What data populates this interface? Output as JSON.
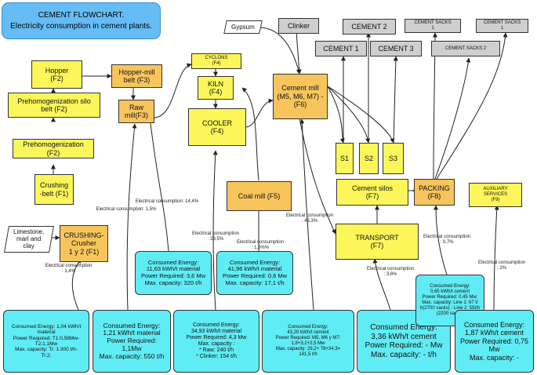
{
  "title": {
    "line1": "CEMENT FLOWCHART.",
    "line2": "Electricity consumption in cement plants."
  },
  "nodes": {
    "hopper": "Hopper\n(F2)",
    "hopper_mill_belt": "Hopper-mill\nbelt (F3)",
    "prehom_silo_belt": "Prehomogenization silo\nbelt (F2)",
    "prehomogenization": "Prehomogenization\n(F2)",
    "raw_mill": "Raw\nmill(F3)",
    "cyclons": "CYCLONS\n(F4)",
    "kiln": "KILN\n(F4)",
    "cooler": "COOLER\n(F4)",
    "crushing_belt": "Crushing\n-belt (F1)",
    "crushing_crusher": "CRUSHING-\nCrusher\n1 y 2 (F1)",
    "limestone": "Limestone,\nmarl and\nclay",
    "gypsum": "Gypsum",
    "clinker": "Clinker",
    "cement_mill": "Cement mill\n(M5, M6, M7) -\n(F6)",
    "coal_mill": "Coal mill (F5)",
    "cement1": "CEMENT 1",
    "cement2": "CEMENT 2",
    "cement3": "CEMENT 3",
    "cement_sacks_1a": "CEMENT SACKS\n1",
    "cement_sacks_1b": "CEMENT SACKS\n1",
    "cement_sacks_2": "CEMENT SACKS 2",
    "s1": "S1",
    "s2": "S2",
    "s3": "S3",
    "cement_silos": "Cement silos\n(F7)",
    "transport": "TRANSPORT\n(F7)",
    "packing": "PACKING\n(F8)",
    "auxiliary": "AUXILIARY\nSERVICES\n(F9)"
  },
  "consumption_labels": {
    "c14": "Electrical consumption\n: 1,4%",
    "c15": "Electrical consumption: 1,5%",
    "c144": "Electrical consumption: 14,4%",
    "c285": "Electrical consumption\n: 28,5%",
    "c16": "Electrical consumption\n: 1,6%%",
    "c463": "Electrical consumption\n: 46,3%",
    "c36": "Electrical consumption\n: 3,6%",
    "c07": "Electrical consumption\n: 0,7%",
    "c2": "Electrical consumption\n: 2%"
  },
  "energy_boxes": {
    "crusher": "Consumed Energy: 1,04 kWh/t\nmaterial\nPower Required: T1:0,58Mw-\nT2:1,1Mw\nMax. capacity: Tr. 1:300 t/h-\nTr.2:",
    "prehom": "Consumed Energy:\n1,21 kWh/t material\nPower Required:\n1,1Mw\nMax. capacity: 550 t/h",
    "rawmill": "Consumed Energy:\n11,63 kWh/t material\nPower Required: 3,6 Mw\nMax. capacity: 320 t/h",
    "kiln": "Consumed Energy:\n34,93 kWh/t material\nPower Required: 4,3 Mw\nMax. capacity :\n* Raw: 240 t/h\n* Clinker: 154 t/h",
    "coal": "Consumed Energy:\n41,96 kWh/t material\nPower Required:  0,6 Mw\nMax. capacity: 17,1 t/h",
    "cementmill": "Consumed Energy:\n43,20 kWh/t cement\nPower Required: M5, M6 y M7:\n1,8+3,2+2,5 Mw\nMax. capacity: 29,2+ 78+34,3=\n141,5 t/h",
    "transport": "Consumed Energy:\n3,36 kWh/t cement\nPower Required: - Mw\nMax. capacity: - t/h",
    "packing": "Consumed Energy:\n0,65 kWh/t cement\nPower Required: 0,45 Mw:\nMax. capacity: Line 1: 67 t/\nh(2700 sacks) - Line 2: 55t/h\n(2200 sacks)",
    "aux": "Consumed Energy:\n1,87 kWh/t cement\nPower Required: 0,75\nMw\nMax. capacity: -"
  },
  "colors": {
    "yellow": "#fcf65a",
    "orange": "#f8c55d",
    "cyan": "#60ecf4",
    "gray": "#cfcfcf",
    "blue": "#66bdf5"
  }
}
